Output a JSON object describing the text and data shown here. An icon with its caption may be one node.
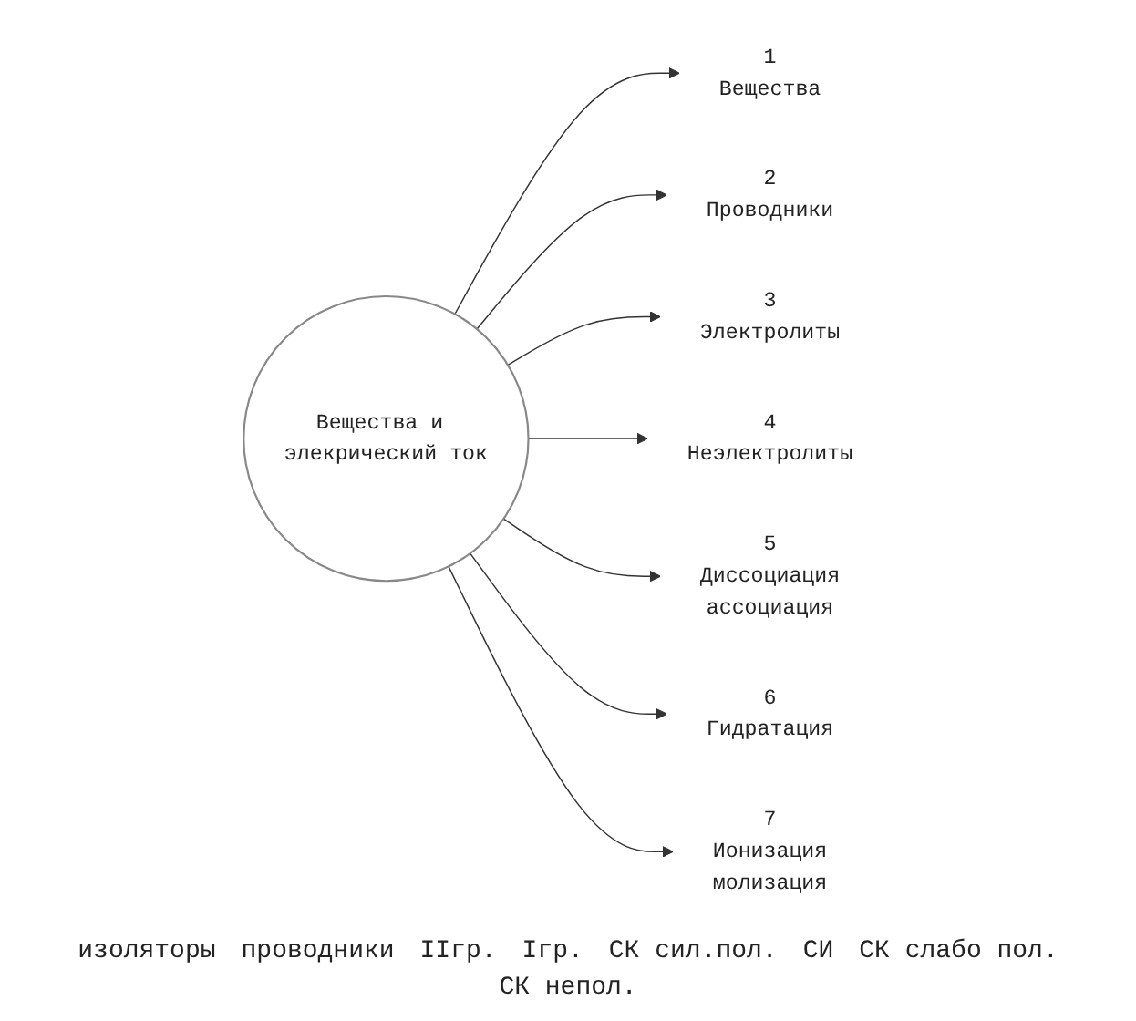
{
  "diagram": {
    "nodes": [
      {
        "text": [
          "Вещества и элекрический ток"
        ]
      },
      {
        "text": [
          "Вещества"
        ],
        "beside": [
          "1"
        ]
      },
      {
        "text": [
          "Проводники"
        ],
        "beside": [
          "2"
        ]
      },
      {
        "text": [
          "Электролиты"
        ],
        "beside": [
          "3"
        ]
      },
      {
        "text": [
          "Неэлектролиты"
        ],
        "beside": [
          "4"
        ]
      },
      {
        "text": [
          "Диссоциация",
          "ассоциация"
        ],
        "beside": [
          "5"
        ]
      },
      {
        "text": [
          "Гидратация"
        ],
        "beside": [
          "6"
        ]
      },
      {
        "text": [
          "Ионизация",
          "молизация"
        ],
        "beside": [
          "7"
        ]
      }
    ],
    "edges": [
      {
        "from": 0,
        "to": 1,
        "arrow": "to"
      },
      {
        "from": 0,
        "to": 2,
        "arrow": "to"
      },
      {
        "from": 0,
        "to": 3,
        "arrow": "to"
      },
      {
        "from": 0,
        "to": 4,
        "arrow": "to"
      },
      {
        "from": 0,
        "to": 5,
        "arrow": "to"
      },
      {
        "from": 0,
        "to": 6,
        "arrow": "to"
      },
      {
        "from": 0,
        "to": 7,
        "arrow": "to"
      }
    ],
    "labels": [
      "изоляторы",
      "проводники",
      "IIгр.",
      "Iгр.",
      "СК сил.пол.",
      "СИ",
      "СК слабо пол.",
      "СК непол."
    ]
  }
}
